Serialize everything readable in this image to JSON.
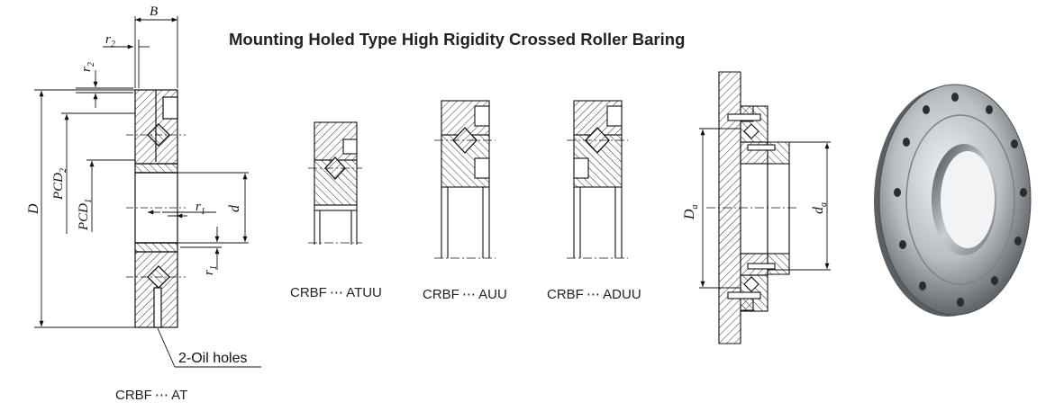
{
  "title": "Mounting Holed Type High Rigidity Crossed Roller Baring",
  "captions": {
    "at": "CRBF ⋯ AT",
    "atuu": "CRBF ⋯ ATUU",
    "auu": "CRBF ⋯ AUU",
    "aduu": "CRBF ⋯ ADUU"
  },
  "oil_holes_label": "2-Oil holes",
  "dimensions": {
    "B": "B",
    "r2": "r",
    "r2_sub": "2",
    "r1": "r",
    "r1_sub": "1",
    "D": "D",
    "PCD2": "PCD",
    "PCD2_sub": "2",
    "PCD1": "PCD",
    "PCD1_sub": "1",
    "d": "d",
    "Da": "D",
    "Da_sub": "a",
    "da": "d",
    "da_sub": "a"
  },
  "colors": {
    "line": "#111111",
    "hatch": "#333333",
    "metal_dark": "#5f6468",
    "metal_light": "#e8ebee"
  }
}
